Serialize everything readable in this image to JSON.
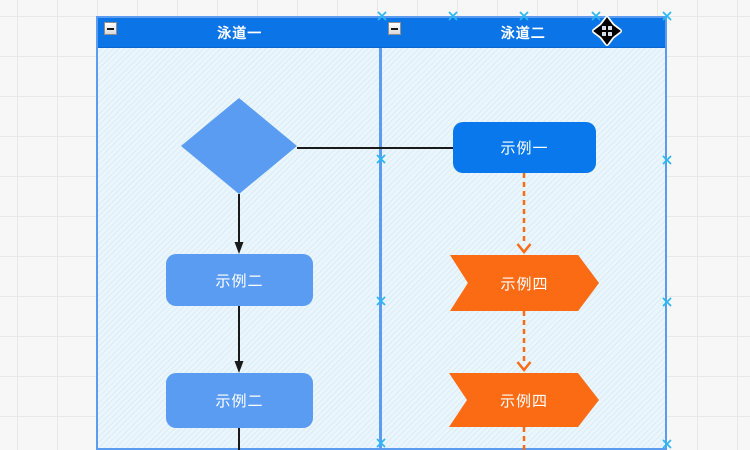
{
  "lanes": [
    {
      "label": "泳道一"
    },
    {
      "label": "泳道二"
    }
  ],
  "nodes": {
    "decision": {
      "shape": "diamond",
      "label": "",
      "fill": "#5a9cf2"
    },
    "example1": {
      "label": "示例一",
      "shape": "rounded-rect",
      "fill": "#0878ec"
    },
    "example2_row1": {
      "label": "示例二",
      "shape": "rounded-rect",
      "fill": "#5a9cf2"
    },
    "example2_row2": {
      "label": "示例二",
      "shape": "rounded-rect",
      "fill": "#5a9cf2"
    },
    "example4_row1": {
      "label": "示例四",
      "shape": "chevron-banner",
      "fill": "#fa6b14"
    },
    "example4_row2": {
      "label": "示例四",
      "shape": "chevron-banner",
      "fill": "#fa6b14"
    }
  },
  "edges": [
    {
      "from": "decision",
      "to": "example1",
      "style": "solid-black"
    },
    {
      "from": "decision",
      "to": "example2_row1",
      "style": "solid-black-arrow"
    },
    {
      "from": "example2_row1",
      "to": "example2_row2",
      "style": "solid-black-arrow"
    },
    {
      "from": "example2_row2",
      "to": "offscreen-bottom",
      "style": "solid-black"
    },
    {
      "from": "example1",
      "to": "example4_row1",
      "style": "dashed-orange-arrow"
    },
    {
      "from": "example4_row1",
      "to": "example4_row2",
      "style": "dashed-orange-arrow"
    },
    {
      "from": "example4_row2",
      "to": "offscreen-bottom",
      "style": "dashed-orange"
    }
  ],
  "icons": {
    "collapse": "minus-box",
    "move_cursor": "four-way-arrows",
    "connection_handle": "x-mark"
  },
  "colors": {
    "header_blue": "#0b74e6",
    "node_blue": "#0878ec",
    "node_light_blue": "#5a9cf2",
    "node_orange": "#fa6b14",
    "lane_bg": "#ebf5fc",
    "border_blue": "#5b9bf0",
    "handle_cyan": "#2eb8f2",
    "connector_black": "#1a1a1a",
    "canvas_bg": "#f7f7f7",
    "grid_line": "#e8e8e8"
  }
}
